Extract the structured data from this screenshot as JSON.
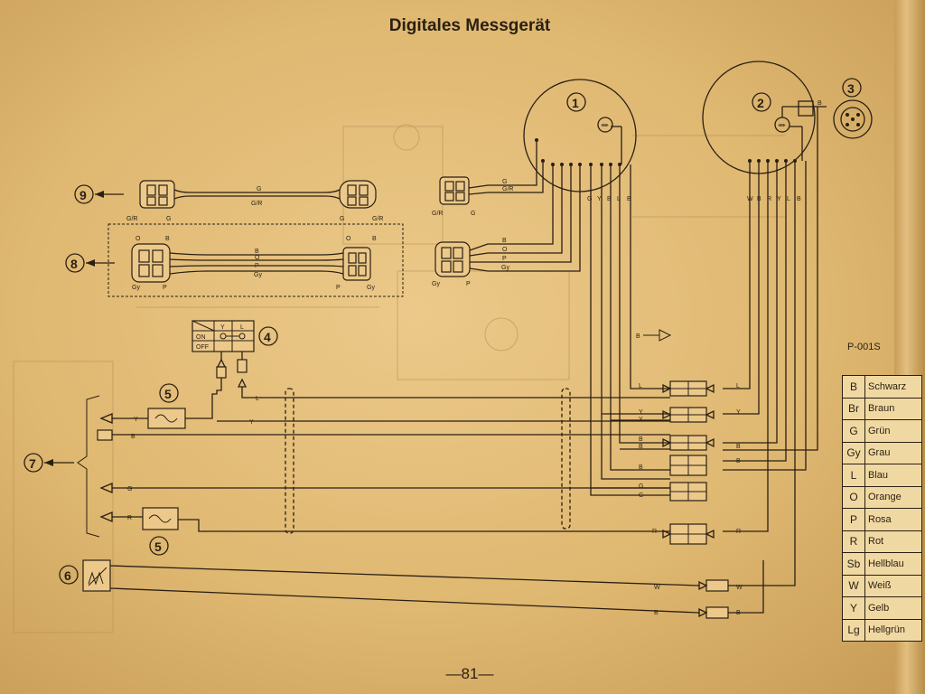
{
  "page": {
    "title": "Digitales Messgerät",
    "page_number": "—81—",
    "ref_code": "P-001S"
  },
  "callouts": {
    "meter1": "1",
    "meter2": "2",
    "sensor3": "3",
    "switch4": "4",
    "fuse5a": "5",
    "fuse5b": "5",
    "sender6": "6",
    "harness7": "7",
    "harness8": "8",
    "harness9": "9"
  },
  "switch4": {
    "col_y": "Y",
    "col_l": "L",
    "on": "ON",
    "off": "OFF"
  },
  "wire_labels": {
    "g": "G",
    "gr": "G/R",
    "b": "B",
    "o": "O",
    "p": "P",
    "gy": "Gy",
    "y": "Y",
    "l": "L",
    "r": "R",
    "w": "W"
  },
  "meter1_pins": [
    "G",
    "Y",
    "B",
    "L",
    "B"
  ],
  "meter2_pins": [
    "W",
    "B",
    "R",
    "Y",
    "L",
    "B"
  ],
  "color_legend": [
    {
      "code": "B",
      "name": "Schwarz"
    },
    {
      "code": "Br",
      "name": "Braun"
    },
    {
      "code": "G",
      "name": "Grün"
    },
    {
      "code": "Gy",
      "name": "Grau"
    },
    {
      "code": "L",
      "name": "Blau"
    },
    {
      "code": "O",
      "name": "Orange"
    },
    {
      "code": "P",
      "name": "Rosa"
    },
    {
      "code": "R",
      "name": "Rot"
    },
    {
      "code": "Sb",
      "name": "Hellblau"
    },
    {
      "code": "W",
      "name": "Weiß"
    },
    {
      "code": "Y",
      "name": "Gelb"
    },
    {
      "code": "Lg",
      "name": "Hellgrün"
    }
  ]
}
